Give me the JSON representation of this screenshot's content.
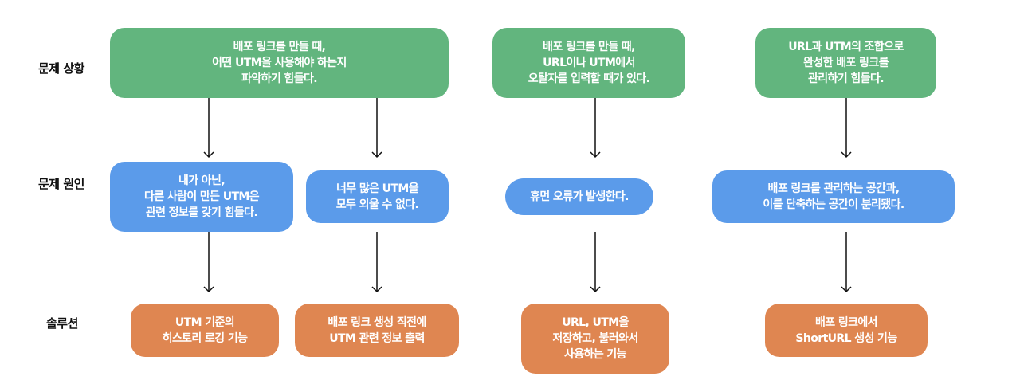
{
  "colors": {
    "problem": "#62b57e",
    "cause": "#5b9bea",
    "solution": "#df8651",
    "arrow": "#111111"
  },
  "row_labels": {
    "problem": "문제 상황",
    "cause": "문제 원인",
    "solution": "솔루션"
  },
  "problems": [
    {
      "text": "배포 링크를 만들 때,\n어떤 UTM을 사용해야 하는지\n파악하기 힘들다."
    },
    {
      "text": "배포 링크를 만들 때,\nURL이나 UTM에서\n오탈자를 입력할 때가 있다."
    },
    {
      "text": "URL과 UTM의 조합으로\n완성한 배포 링크를\n관리하기 힘들다."
    }
  ],
  "causes": [
    {
      "text": "내가 아닌,\n다른 사람이 만든 UTM은\n관련 정보를 갖기 힘들다."
    },
    {
      "text": "너무 많은 UTM을\n모두 외울 수 없다."
    },
    {
      "text": "휴먼 오류가 발생한다."
    },
    {
      "text": "배포 링크를 관리하는 공간과,\n이를 단축하는 공간이 분리됐다."
    }
  ],
  "solutions": [
    {
      "text": "UTM 기준의\n히스토리 로깅 기능"
    },
    {
      "text": "배포 링크 생성 직전에\nUTM 관련 정보 출력"
    },
    {
      "text": "URL, UTM을\n저장하고, 불러와서\n사용하는 기능"
    },
    {
      "text": "배포 링크에서\nShortURL 생성 기능"
    }
  ],
  "edges": [
    {
      "from": "problem-1",
      "to": "cause-1"
    },
    {
      "from": "problem-1",
      "to": "cause-2"
    },
    {
      "from": "problem-2",
      "to": "cause-3"
    },
    {
      "from": "problem-3",
      "to": "cause-4"
    },
    {
      "from": "cause-1",
      "to": "solution-1"
    },
    {
      "from": "cause-2",
      "to": "solution-2"
    },
    {
      "from": "cause-3",
      "to": "solution-3"
    },
    {
      "from": "cause-4",
      "to": "solution-4"
    }
  ]
}
